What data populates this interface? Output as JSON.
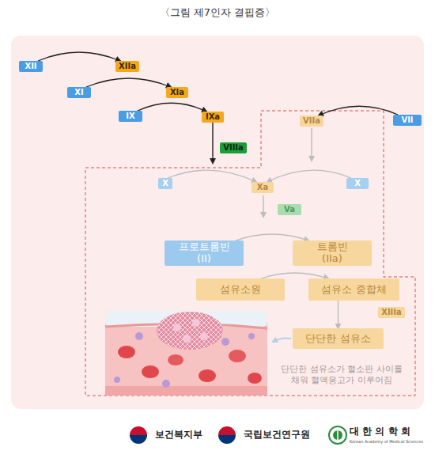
{
  "diagram": {
    "title": "〈그림 제7인자 결핍증〉",
    "nodes": [
      {
        "text": [
          "XII"
        ]
      },
      {
        "text": [
          "XIIa"
        ]
      },
      {
        "text": [
          "XI"
        ]
      },
      {
        "text": [
          "XIa"
        ]
      },
      {
        "text": [
          "IX"
        ]
      },
      {
        "text": [
          "IXa"
        ]
      },
      {
        "text": [
          "VIIa"
        ]
      },
      {
        "text": [
          "VII"
        ]
      },
      {
        "text": [
          "VIIIa"
        ]
      },
      {
        "text": [
          "X"
        ]
      },
      {
        "text": [
          "Xa"
        ]
      },
      {
        "text": [
          "X"
        ]
      },
      {
        "text": [
          "Va"
        ]
      },
      {
        "text": [
          "프로트롬빈",
          "(II)"
        ]
      },
      {
        "text": [
          "트롬빈",
          "(IIa)"
        ]
      },
      {
        "text": [
          "섬유소원"
        ]
      },
      {
        "text": [
          "섬유소 중합체"
        ]
      },
      {
        "text": [
          "XIIIa"
        ]
      },
      {
        "text": [
          "단단한 섬유소"
        ]
      }
    ],
    "edges": [
      {
        "from": 0,
        "to": 1,
        "arrow": "to"
      },
      {
        "from": 2,
        "to": 3,
        "arrow": "to"
      },
      {
        "from": 4,
        "to": 5,
        "arrow": "to"
      },
      {
        "from": 7,
        "to": 6,
        "arrow": "to"
      },
      {
        "from": 9,
        "to": 10,
        "arrow": "to"
      },
      {
        "from": 11,
        "to": 10,
        "arrow": "to"
      },
      {
        "from": 13,
        "to": 14,
        "arrow": "to"
      },
      {
        "from": 15,
        "to": 16,
        "arrow": "to"
      },
      {
        "from": 16,
        "to": 18,
        "arrow": "to"
      }
    ],
    "labels": [
      "단단한 섬유소가 혈소판 사이를 채워 혈액응고가 이루어짐",
      "보건복지부",
      "국립보건연구원",
      "대 한 의 학 회",
      "Korean Academy of Medical Sciences"
    ]
  }
}
